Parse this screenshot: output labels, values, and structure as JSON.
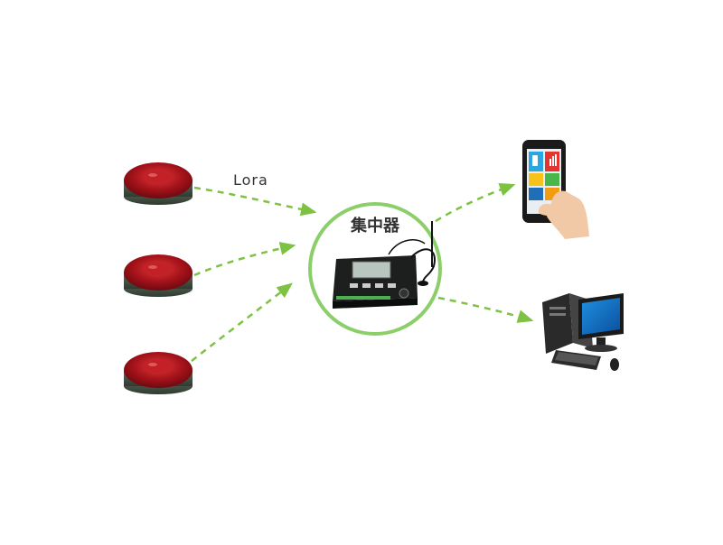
{
  "diagram": {
    "link_label": "Lora",
    "hub_label": "集中器",
    "colors": {
      "arrow": "#7dc242",
      "hub_ring": "#8ccf6a",
      "sensor_red": "#b3141c",
      "sensor_base": "#4b5a4a"
    },
    "nodes": {
      "sensors": [
        "sensor",
        "sensor",
        "sensor"
      ],
      "hub": "concentrator-device",
      "targets": [
        "smartphone",
        "desktop-computer"
      ]
    }
  }
}
